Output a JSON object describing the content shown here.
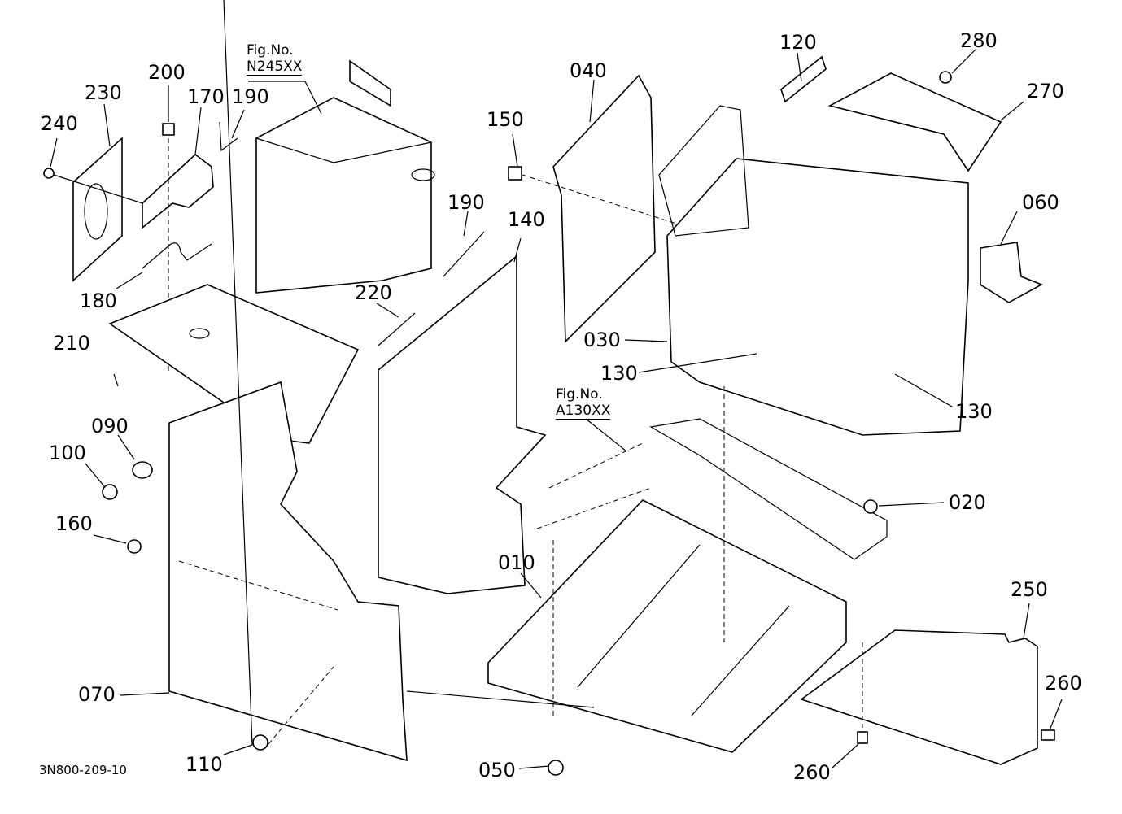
{
  "diagram": {
    "type": "exploded parts diagram",
    "drawing_code": "3N800-209-10",
    "figure_refs": [
      {
        "label": "Fig.No.",
        "number": "N245XX"
      },
      {
        "label": "Fig.No.",
        "number": "A130XX"
      }
    ],
    "part_labels": {
      "p240": "240",
      "p230": "230",
      "p200": "200",
      "p170": "170",
      "p190a": "190",
      "p180": "180",
      "p210": "210",
      "p090": "090",
      "p100": "100",
      "p160": "160",
      "p070": "070",
      "p110": "110",
      "p220": "220",
      "p190b": "190",
      "p140": "140",
      "p150": "150",
      "p040": "040",
      "p120": "120",
      "p280": "280",
      "p270": "270",
      "p060": "060",
      "p030": "030",
      "p130a": "130",
      "p130b": "130",
      "p020": "020",
      "p010": "010",
      "p050": "050",
      "p250": "250",
      "p260a": "260",
      "p260b": "260"
    }
  }
}
